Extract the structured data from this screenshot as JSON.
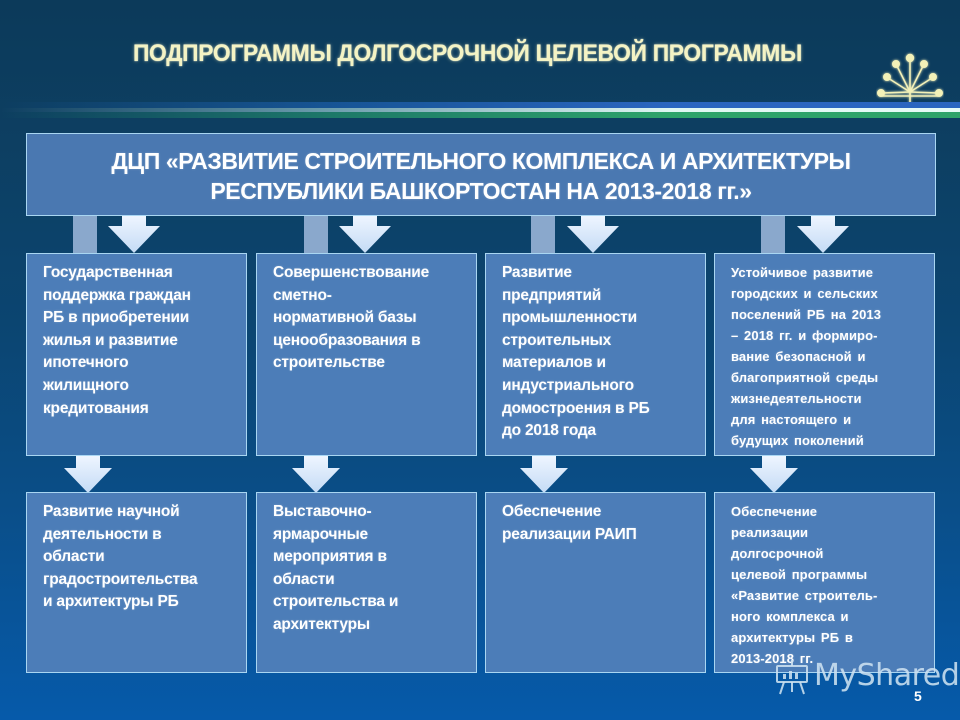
{
  "header": {
    "title": "ПОДПРОГРАММЫ ДОЛГОСРОЧНОЙ ЦЕЛЕВОЙ ПРОГРАММЫ",
    "emblem_icon": "kurai-flower-emblem",
    "stripe_colors": [
      "#2a66c0",
      "#e6fbf7",
      "#2ea36a"
    ]
  },
  "main_program": {
    "line1": "ДЦП «РАЗВИТИЕ СТРОИТЕЛЬНОГО КОМПЛЕКСА И АРХИТЕКТУРЫ",
    "line2": "РЕСПУБЛИКИ БАШКОРТОСТАН НА 2013-2018 гг.»"
  },
  "subprograms_row1": [
    {
      "text": "Государственная\nподдержка граждан\nРБ в приобретении\nжилья и развитие\nипотечного\nжилищного\nкредитования"
    },
    {
      "text": "Совершенствование\nсметно-\nнормативной базы\nценообразования в\nстроительстве"
    },
    {
      "text": "Развитие\nпредприятий\nпромышленности\nстроительных\nматериалов и\nиндустриального\nдомостроения в РБ\nдо 2018 года"
    },
    {
      "text": "Устойчивое  развитие\nгородских  и сельских\nпоселений  РБ на 2013\n– 2018  гг. и формиро-\nвание  безопасной  и\nблагоприятной  среды\nжизнедеятельности\nдля  настоящего  и\nбудущих  поколений"
    }
  ],
  "subprograms_row2": [
    {
      "text": "Развитие научной\nдеятельности в\nобласти\nградостроительства\nи архитектуры РБ"
    },
    {
      "text": "Выставочно-\nярмарочные\nмероприятия в\nобласти\nстроительства и\nархитектуры"
    },
    {
      "text": "Обеспечение\nреализации РАИП"
    },
    {
      "text": "Обеспечение\nреализации\nдолгосрочной\nцелевой  программы\n«Развитие  строитель-\nного  комплекса  и\nархитектуры   РБ в\n2013-2018   гг."
    }
  ],
  "colors": {
    "background_top": "#0c3a5a",
    "background_bottom": "#065aaa",
    "box_fill": "#4c7db8",
    "box_border": "#a9d6f2",
    "title_text": "#f4f3c4",
    "arrow_fill": "#d6e6f8",
    "connector_fill": "#8aa8cc"
  },
  "watermark": {
    "text": "MyShared"
  },
  "footer": {
    "page_number": "5"
  }
}
